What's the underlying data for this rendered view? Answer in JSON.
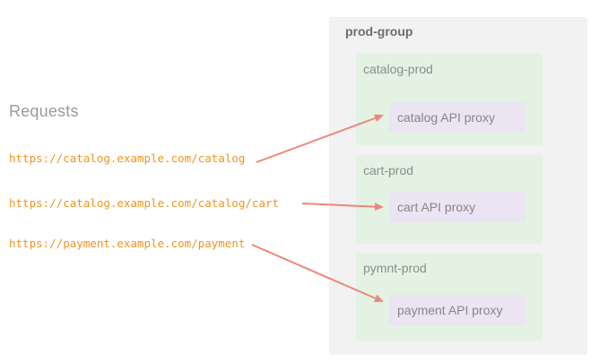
{
  "requests_panel": {
    "title": "Requests",
    "urls": [
      "https://catalog.example.com/catalog",
      "https://catalog.example.com/catalog/cart",
      "https://payment.example.com/payment"
    ]
  },
  "prod_group": {
    "title": "prod-group",
    "environments": [
      {
        "name": "catalog-prod",
        "proxy": "catalog API proxy"
      },
      {
        "name": "cart-prod",
        "proxy": "cart API proxy"
      },
      {
        "name": "pymnt-prod",
        "proxy": "payment API proxy"
      }
    ]
  },
  "colors": {
    "url_text": "#f0941f",
    "arrow": "#ee867a",
    "group_background": "#f2f2f2",
    "environment_background": "#e3f2e3",
    "proxy_background": "#ebe4f3",
    "title_text": "#6d6d6d",
    "label_text": "#8c8c8c",
    "requests_text": "#9b9b9b"
  }
}
